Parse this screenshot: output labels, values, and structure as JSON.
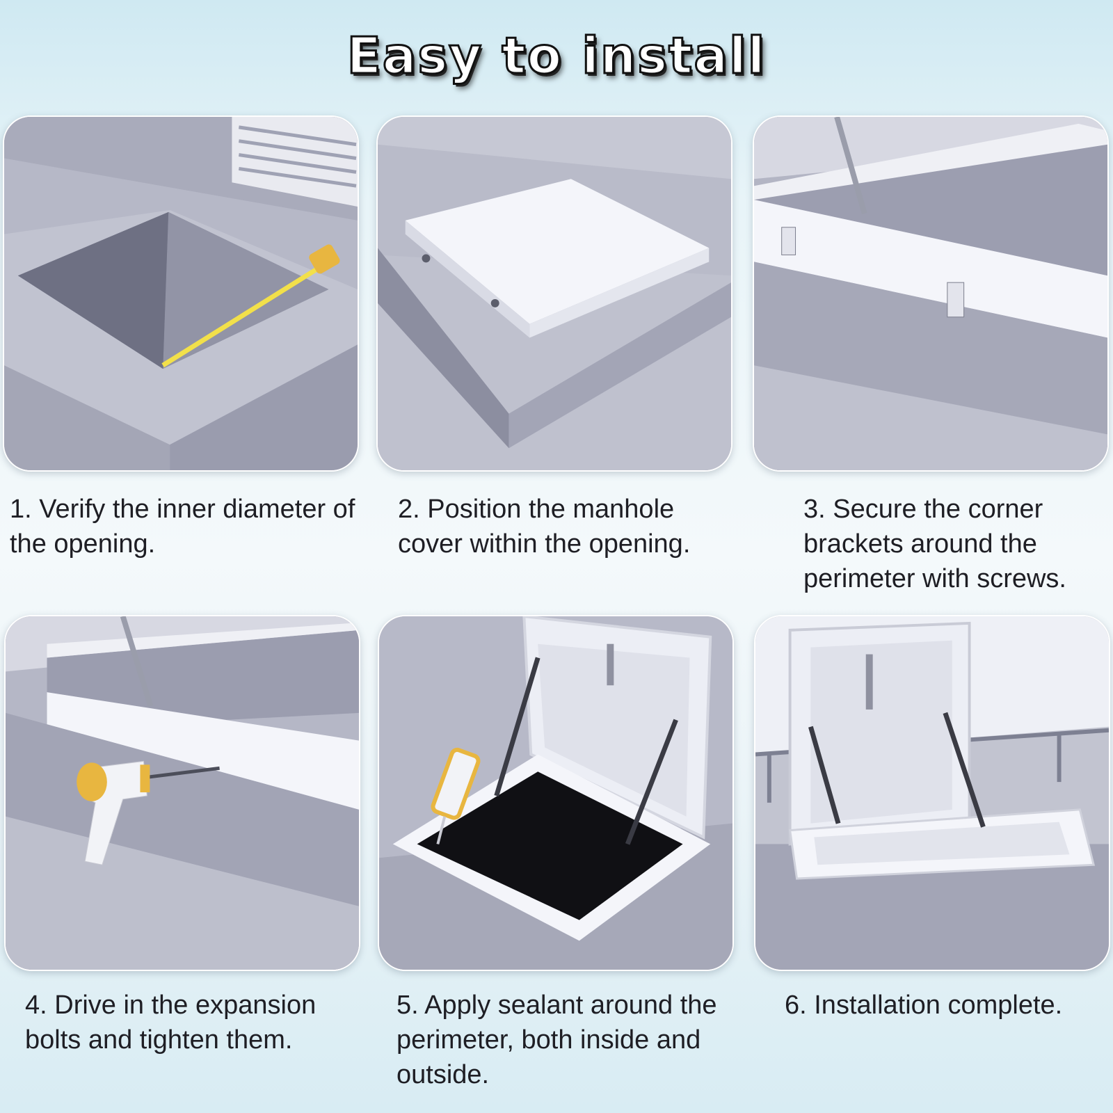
{
  "title": "Easy to install",
  "steps": [
    {
      "caption": "1. Verify the inner diameter of the opening."
    },
    {
      "caption": "2. Position the manhole cover within the opening."
    },
    {
      "caption": "3. Secure the corner brackets around the perimeter with screws."
    },
    {
      "caption": "4. Drive in the expansion bolts and tighten them."
    },
    {
      "caption": "5. Apply sealant around the perimeter, both inside and outside."
    },
    {
      "caption": "6. Installation complete."
    }
  ],
  "colors": {
    "concrete": "#b9bbc9",
    "concrete_dark": "#8f91a3",
    "frame_white": "#f4f5fa",
    "accent_yellow": "#e8b640",
    "tape_yellow": "#f2e04a"
  }
}
